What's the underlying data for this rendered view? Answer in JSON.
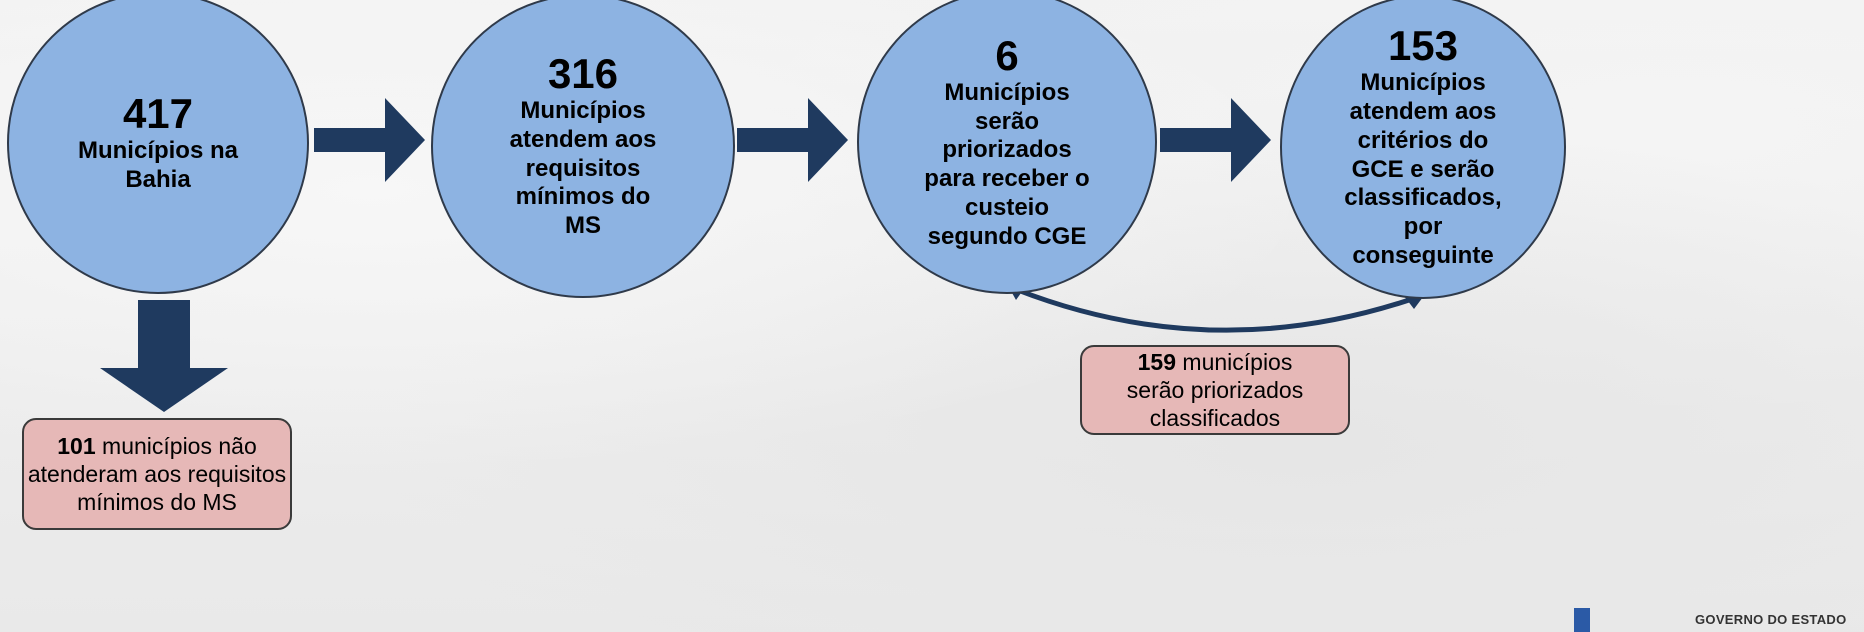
{
  "nodes": [
    {
      "number": "417",
      "text": "Municípios na Bahia"
    },
    {
      "number": "316",
      "text": "Municípios atendem aos requisitos mínimos do MS"
    },
    {
      "number": "6",
      "text": "Municípios serão priorizados para receber o custeio segundo CGE"
    },
    {
      "number": "153",
      "text": "Municípios atendem aos critérios do GCE e serão classificados, por conseguinte"
    }
  ],
  "notes": {
    "excluded": {
      "number": "101",
      "text": " municípios não atenderam aos requisitos mínimos do MS"
    },
    "prioritized": {
      "number": "159",
      "text": " municípios serão priorizados classificados"
    }
  },
  "logo": {
    "text": "GOVERNO DO ESTADO"
  },
  "colors": {
    "circle_fill": "#8db3e2",
    "arrow": "#1f3a5f",
    "note_fill": "#e6b8b7"
  }
}
